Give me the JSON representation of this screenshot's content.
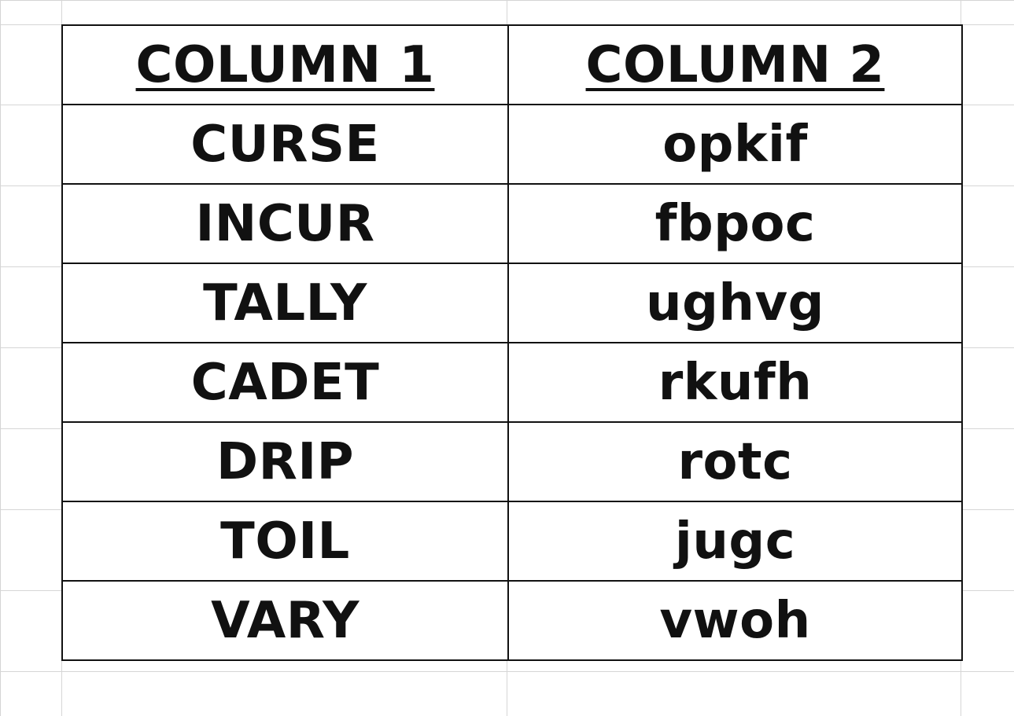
{
  "table": {
    "headers": [
      "COLUMN 1",
      "COLUMN 2"
    ],
    "rows": [
      [
        "CURSE",
        "opkif"
      ],
      [
        "INCUR",
        "fbpoc"
      ],
      [
        "TALLY",
        "ughvg"
      ],
      [
        "CADET",
        "rkufh"
      ],
      [
        "DRIP",
        "rotc"
      ],
      [
        "TOIL",
        "jugc"
      ],
      [
        "VARY",
        "vwoh"
      ]
    ]
  }
}
